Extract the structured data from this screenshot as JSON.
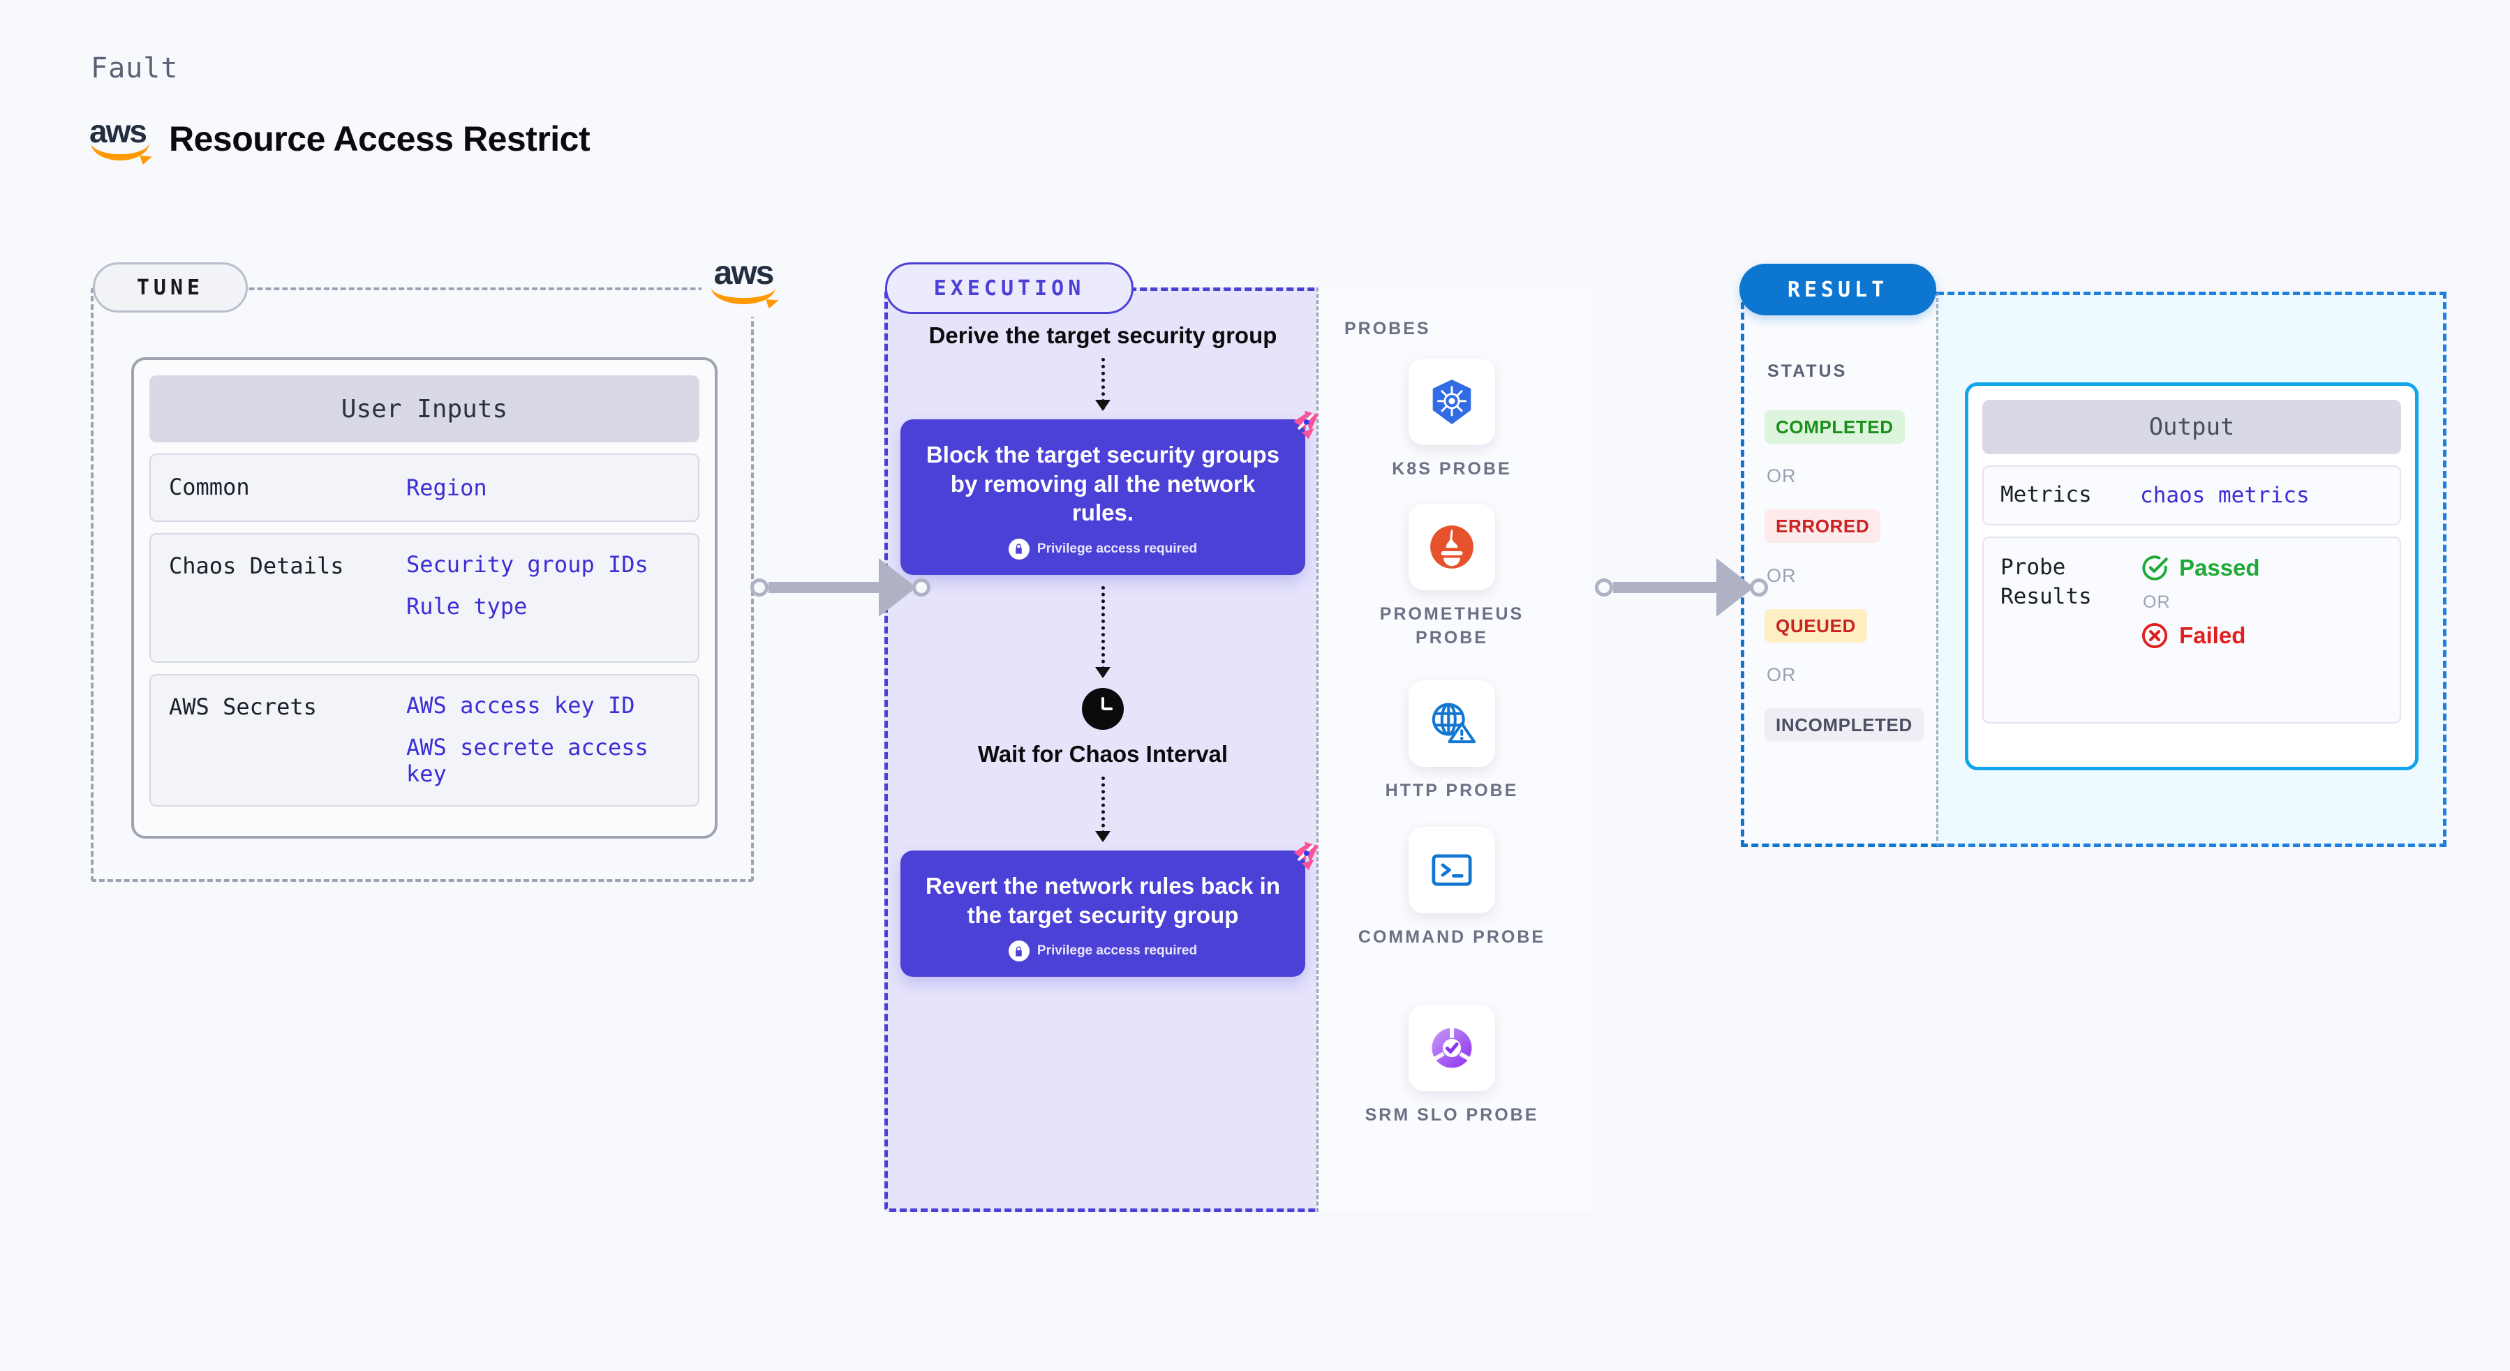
{
  "header": {
    "eyebrow": "Fault",
    "brand_icon": "aws-logo",
    "brand_text": "aws",
    "title": "Resource Access Restrict"
  },
  "tune": {
    "pill_label": "TUNE",
    "brand_icon": "aws-logo",
    "brand_text": "aws",
    "card": {
      "title": "User Inputs",
      "rows": [
        {
          "key": "Common",
          "values": [
            "Region"
          ]
        },
        {
          "key": "Chaos Details",
          "values": [
            "Security group IDs",
            "Rule type"
          ]
        },
        {
          "key": "AWS Secrets",
          "values": [
            "AWS access key ID",
            "AWS secrete access key"
          ]
        }
      ]
    }
  },
  "execution": {
    "pill_label": "EXECUTION",
    "steps": {
      "derive_label": "Derive the target security group",
      "block_action": "Block the target security groups by removing all the network rules.",
      "block_privilege": "Privilege access required",
      "wait_label": "Wait for Chaos Interval",
      "revert_action": "Revert the network rules back in the target security group",
      "revert_privilege": "Privilege access required"
    },
    "icons": {
      "wait": "clock-icon",
      "privilege": "lock-icon",
      "harness_badge": "harness-logo-icon"
    }
  },
  "probes": {
    "title": "PROBES",
    "items": [
      {
        "label": "K8S PROBE",
        "icon": "kubernetes-icon"
      },
      {
        "label": "PROMETHEUS PROBE",
        "icon": "prometheus-icon"
      },
      {
        "label": "HTTP PROBE",
        "icon": "http-globe-warning-icon"
      },
      {
        "label": "COMMAND PROBE",
        "icon": "terminal-icon"
      },
      {
        "label": "SRM SLO PROBE",
        "icon": "srm-slo-icon"
      }
    ]
  },
  "result": {
    "pill_label": "RESULT",
    "status_title": "STATUS",
    "or_label": "OR",
    "statuses": [
      {
        "label": "COMPLETED",
        "bg": "#ddf5dd",
        "fg": "#1a8f1a"
      },
      {
        "label": "ERRORED",
        "bg": "#fdeaea",
        "fg": "#cc2222"
      },
      {
        "label": "QUEUED",
        "bg": "#fdeec4",
        "fg": "#cc2222"
      },
      {
        "label": "INCOMPLETED",
        "bg": "#eeeef4",
        "fg": "#4b5063"
      }
    ],
    "output": {
      "title": "Output",
      "metrics_key": "Metrics",
      "metrics_value": "chaos metrics",
      "probe_results_key": "Probe Results",
      "passed_label": "Passed",
      "failed_label": "Failed",
      "or_label": "OR",
      "passed_icon": "check-circle-icon",
      "failed_icon": "x-circle-icon"
    }
  },
  "colors": {
    "accent_purple": "#4b41d6",
    "accent_blue": "#0d76d1",
    "accent_cyan": "#12a5e8",
    "aws_orange": "#ff9900",
    "harness_pink": "#f9529b",
    "passed_green": "#1eaa35",
    "failed_red": "#e02020"
  }
}
